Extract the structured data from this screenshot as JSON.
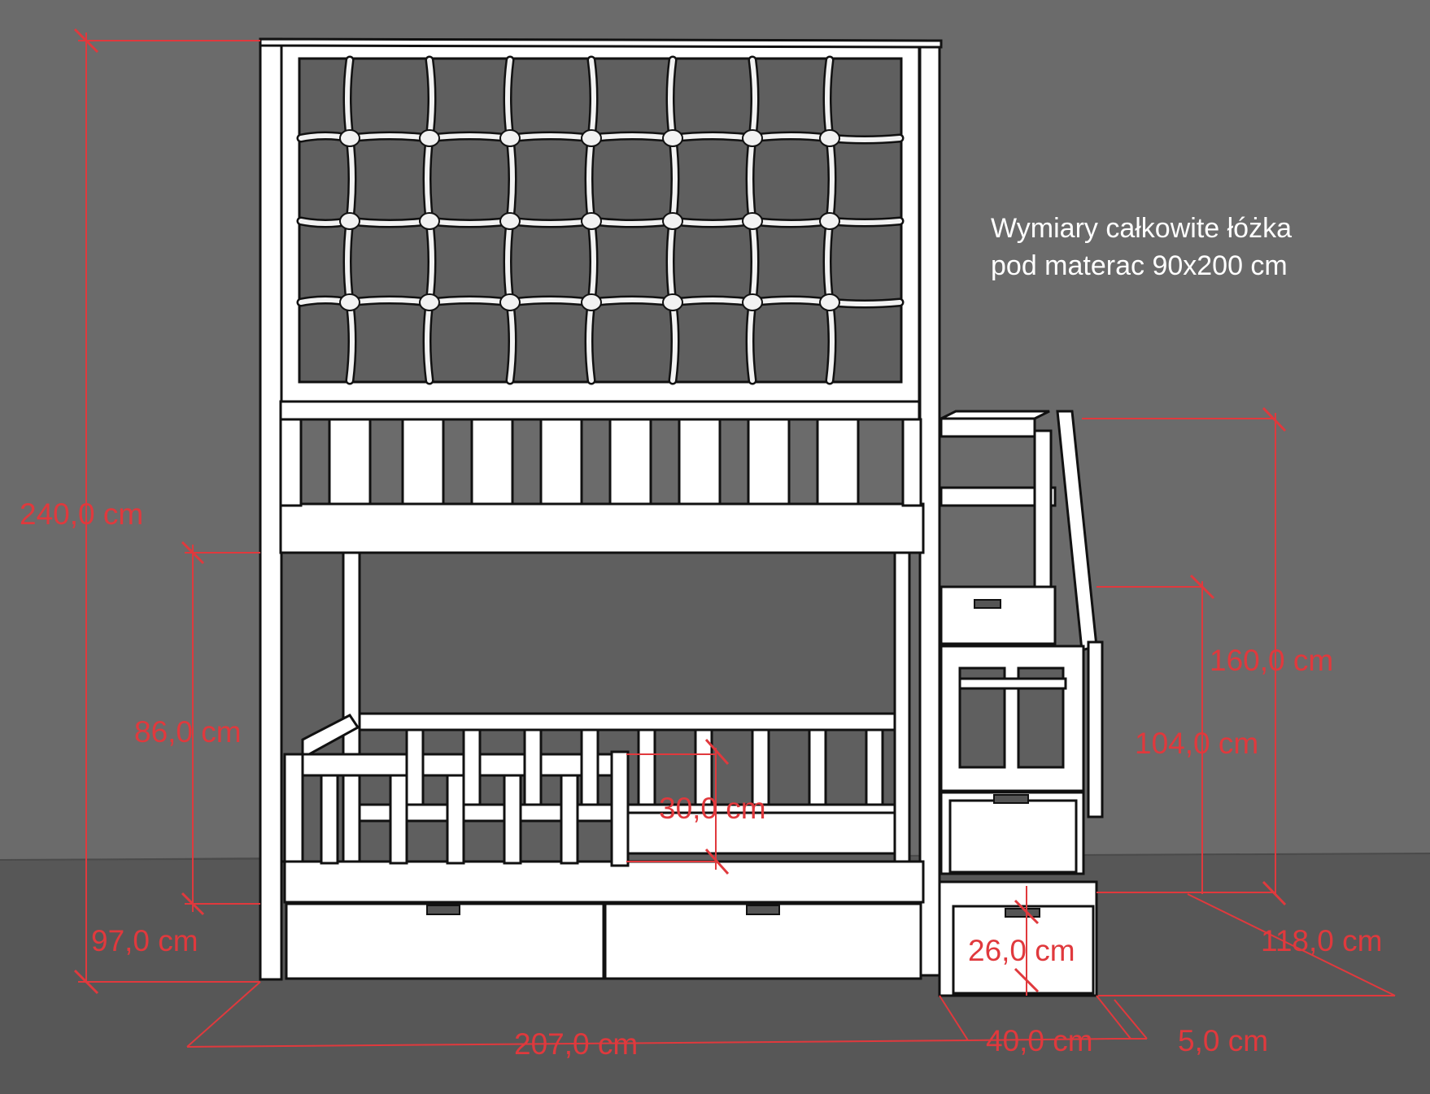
{
  "info": {
    "line1": "Wymiary całkowite łóżka",
    "line2": "pod materac 90x200 cm"
  },
  "dimensions": {
    "total_height": "240,0 cm",
    "lower_bed_height": "86,0 cm",
    "lower_offset": "97,0 cm",
    "length": "207,0 cm",
    "rail_height": "30,0 cm",
    "stairs_height": "160,0 cm",
    "stairs_platform": "104,0 cm",
    "step_height": "26,0 cm",
    "stairs_depth": "118,0 cm",
    "stairs_width": "40,0 cm",
    "gap": "5,0 cm"
  },
  "colors": {
    "background": "#6b6b6b",
    "floor": "#575757",
    "wood": "#ffffff",
    "outline": "#111111",
    "dimension": "#e0393d"
  }
}
